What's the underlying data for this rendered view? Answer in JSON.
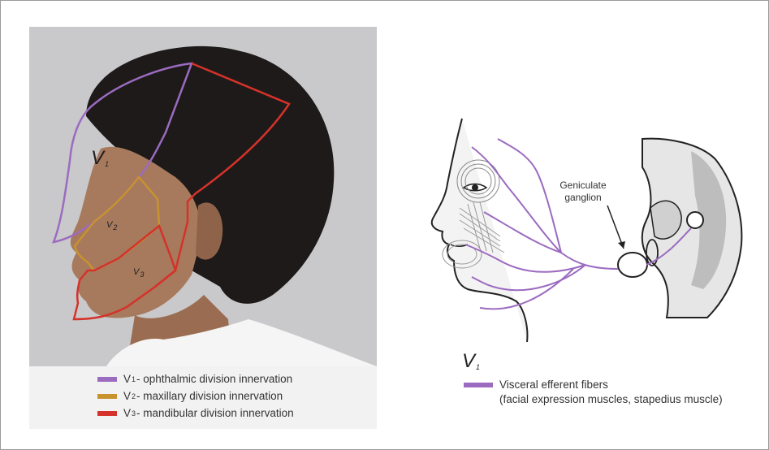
{
  "colors": {
    "v1": "#9b6bc0",
    "v2": "#c8922f",
    "v3": "#d4322a",
    "visceral": "#9b6bc0"
  },
  "photo": {
    "labels": {
      "v1_main": "V",
      "v1_sub": "1",
      "v2_main": "V",
      "v2_sub": "2",
      "v3_main": "V",
      "v3_sub": "3"
    }
  },
  "legend": {
    "items": [
      {
        "main": "V",
        "sub": "1",
        "text": " - ophthalmic division innervation",
        "color": "#9b6bc0"
      },
      {
        "main": "V",
        "sub": "2",
        "text": " - maxillary division innervation",
        "color": "#c8922f"
      },
      {
        "main": "V",
        "sub": "3",
        "text": " - mandibular division innervation",
        "color": "#d4322a"
      }
    ]
  },
  "drawing": {
    "ganglion_label_line1": "Geniculate",
    "ganglion_label_line2": "ganglion",
    "v_label_main": "V",
    "v_label_sub": "1",
    "legend_line1": "Visceral efferent fibers",
    "legend_line2": "(facial expression muscles, stapedius muscle)"
  }
}
